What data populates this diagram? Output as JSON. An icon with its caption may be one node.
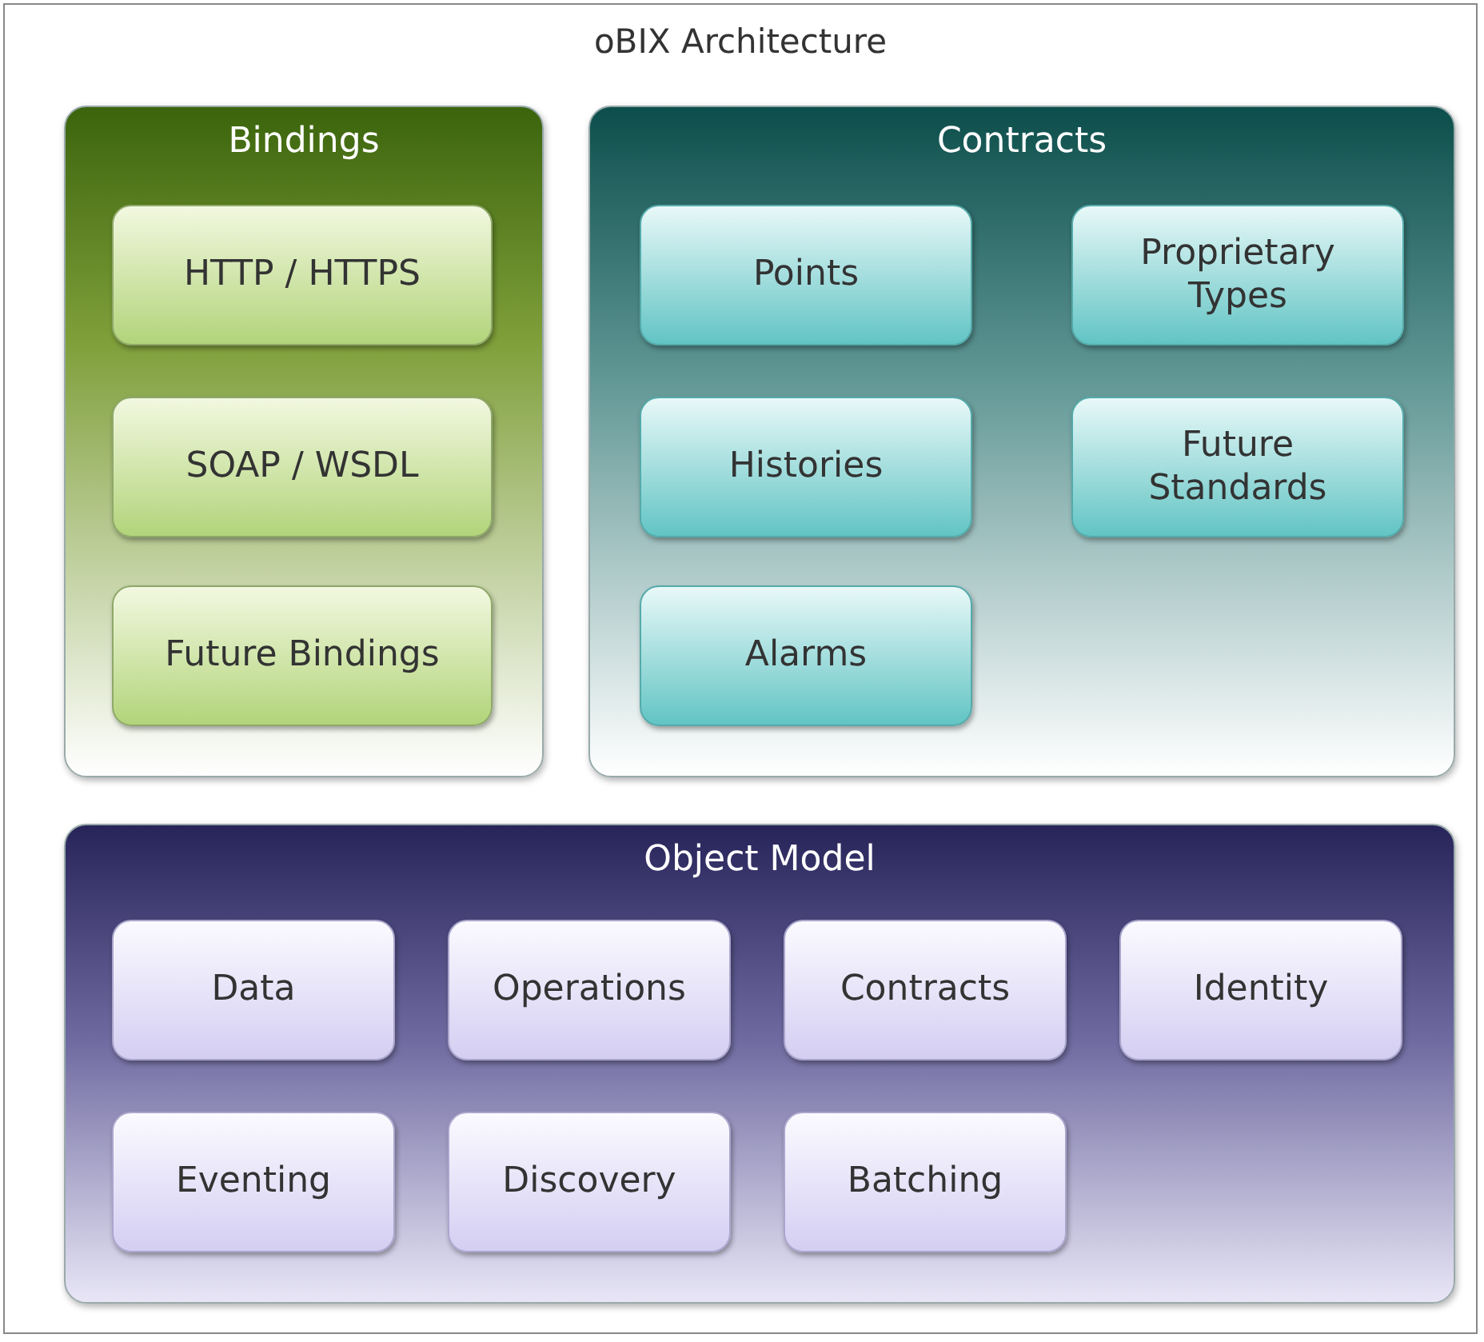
{
  "diagram": {
    "nodes": [
      {
        "text": [
          "oBIX Architecture"
        ]
      },
      {
        "text": [
          "Bindings"
        ],
        "in": 0
      },
      {
        "text": [
          "HTTP / HTTPS"
        ],
        "in": 1
      },
      {
        "text": [
          "SOAP / WSDL"
        ],
        "in": 1
      },
      {
        "text": [
          "Future Bindings"
        ],
        "in": 1
      },
      {
        "text": [
          "Contracts"
        ],
        "in": 0
      },
      {
        "text": [
          "Points"
        ],
        "in": 5
      },
      {
        "text": [
          "Proprietary Types"
        ],
        "in": 5
      },
      {
        "text": [
          "Histories"
        ],
        "in": 5
      },
      {
        "text": [
          "Future Standards"
        ],
        "in": 5
      },
      {
        "text": [
          "Alarms"
        ],
        "in": 5
      },
      {
        "text": [
          "Object Model"
        ],
        "in": 0
      },
      {
        "text": [
          "Data"
        ],
        "in": 11
      },
      {
        "text": [
          "Operations"
        ],
        "in": 11
      },
      {
        "text": [
          "Contracts"
        ],
        "in": 11
      },
      {
        "text": [
          "Identity"
        ],
        "in": 11
      },
      {
        "text": [
          "Eventing"
        ],
        "in": 11
      },
      {
        "text": [
          "Discovery"
        ],
        "in": 11
      },
      {
        "text": [
          "Batching"
        ],
        "in": 11
      }
    ]
  }
}
